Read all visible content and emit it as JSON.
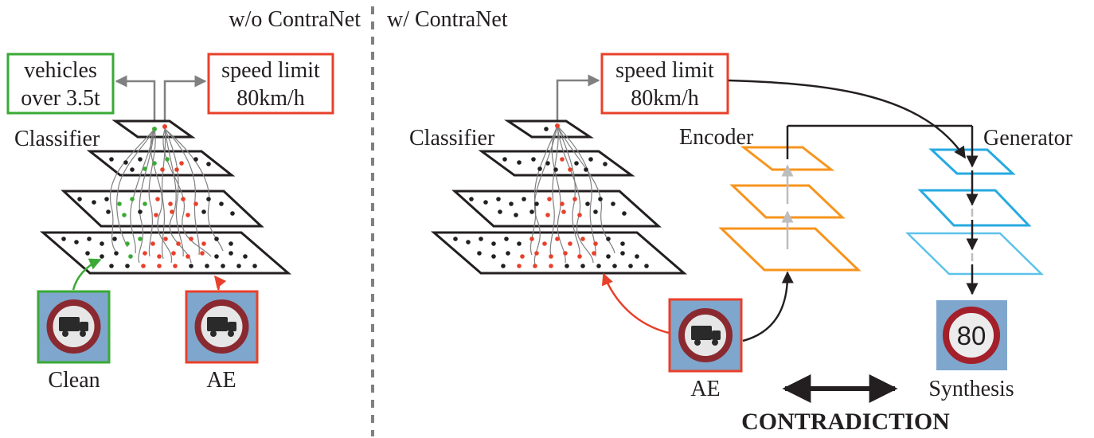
{
  "header": {
    "without": "w/o ContraNet",
    "with": "w/ ContraNet"
  },
  "left": {
    "label_vehicles": [
      "vehicles",
      "over 3.5t"
    ],
    "label_speed": [
      "speed limit",
      "80km/h"
    ],
    "classifier": "Classifier",
    "clean": "Clean",
    "ae": "AE"
  },
  "right": {
    "label_speed": [
      "speed limit",
      "80km/h"
    ],
    "classifier": "Classifier",
    "encoder": "Encoder",
    "generator": "Generator",
    "ae": "AE",
    "synthesis": "Synthesis",
    "synthesis_sign": "80",
    "contradiction": "CONTRADICTION"
  },
  "colors": {
    "green": "#3aaa35",
    "red": "#e8402a",
    "orange": "#f7941d",
    "blue": "#27aae1",
    "dark": "#231f20",
    "grey": "#808080",
    "sign_bg": "#7fa6cc"
  },
  "icons": [
    "truck-icon",
    "no-trucks-sign-icon",
    "speed-limit-sign-icon"
  ]
}
